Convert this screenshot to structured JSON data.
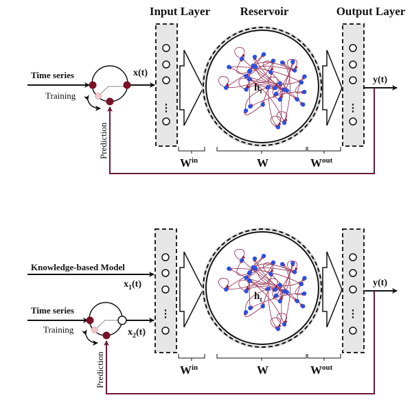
{
  "colors": {
    "feedback": "#6b1838",
    "node_dark": "#7a0f26",
    "node_pink": "#f2c6cc",
    "reservoir_node": "#2f4fe0",
    "reservoir_edge": "#9a3a5a",
    "layer_fill": "#e6e6e6"
  },
  "headers": {
    "input_layer": "Input Layer",
    "reservoir": "Reservoir",
    "output_layer": "Output Layer"
  },
  "top": {
    "time_series": "Time series",
    "training": "Training",
    "prediction": "Prediction",
    "x": "x(t)",
    "y": "y(t)",
    "h": "h",
    "h_sub": "t",
    "w_in": "W",
    "w_in_sup": "in",
    "w": "W",
    "w_out": "W",
    "w_out_sup": "out",
    "dots": "⋮"
  },
  "bottom": {
    "knowledge_model": "Knowledge-based Model",
    "x1": "x",
    "x1_sub": "1",
    "x1_suffix": "(t)",
    "time_series": "Time series",
    "training": "Training",
    "prediction": "Prediction",
    "x2": "x",
    "x2_sub": "2",
    "x2_suffix": "(t)",
    "y": "y(t)",
    "h": "h",
    "h_sub": "t",
    "w_in": "W",
    "w_in_sup": "in",
    "w": "W",
    "w_out": "W",
    "w_out_sup": "out",
    "dots": "⋮"
  }
}
